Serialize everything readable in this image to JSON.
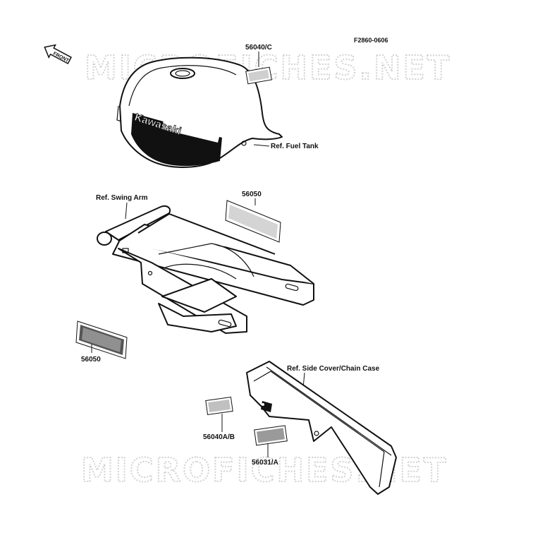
{
  "figure_code": "F2860-0606",
  "front_arrow": "FRONT",
  "watermark": "MICROFICHES.NET",
  "tank_brand": "Kawasaki",
  "labels": {
    "p56040c": "56040/C",
    "ref_fuel_tank": "Ref. Fuel Tank",
    "ref_swing_arm": "Ref. Swing Arm",
    "p56050_top": "56050",
    "p56050_bottom": "56050",
    "ref_side_cover": "Ref. Side Cover/Chain Case",
    "p56040ab": "56040A/B",
    "p56031a": "56031/A"
  }
}
